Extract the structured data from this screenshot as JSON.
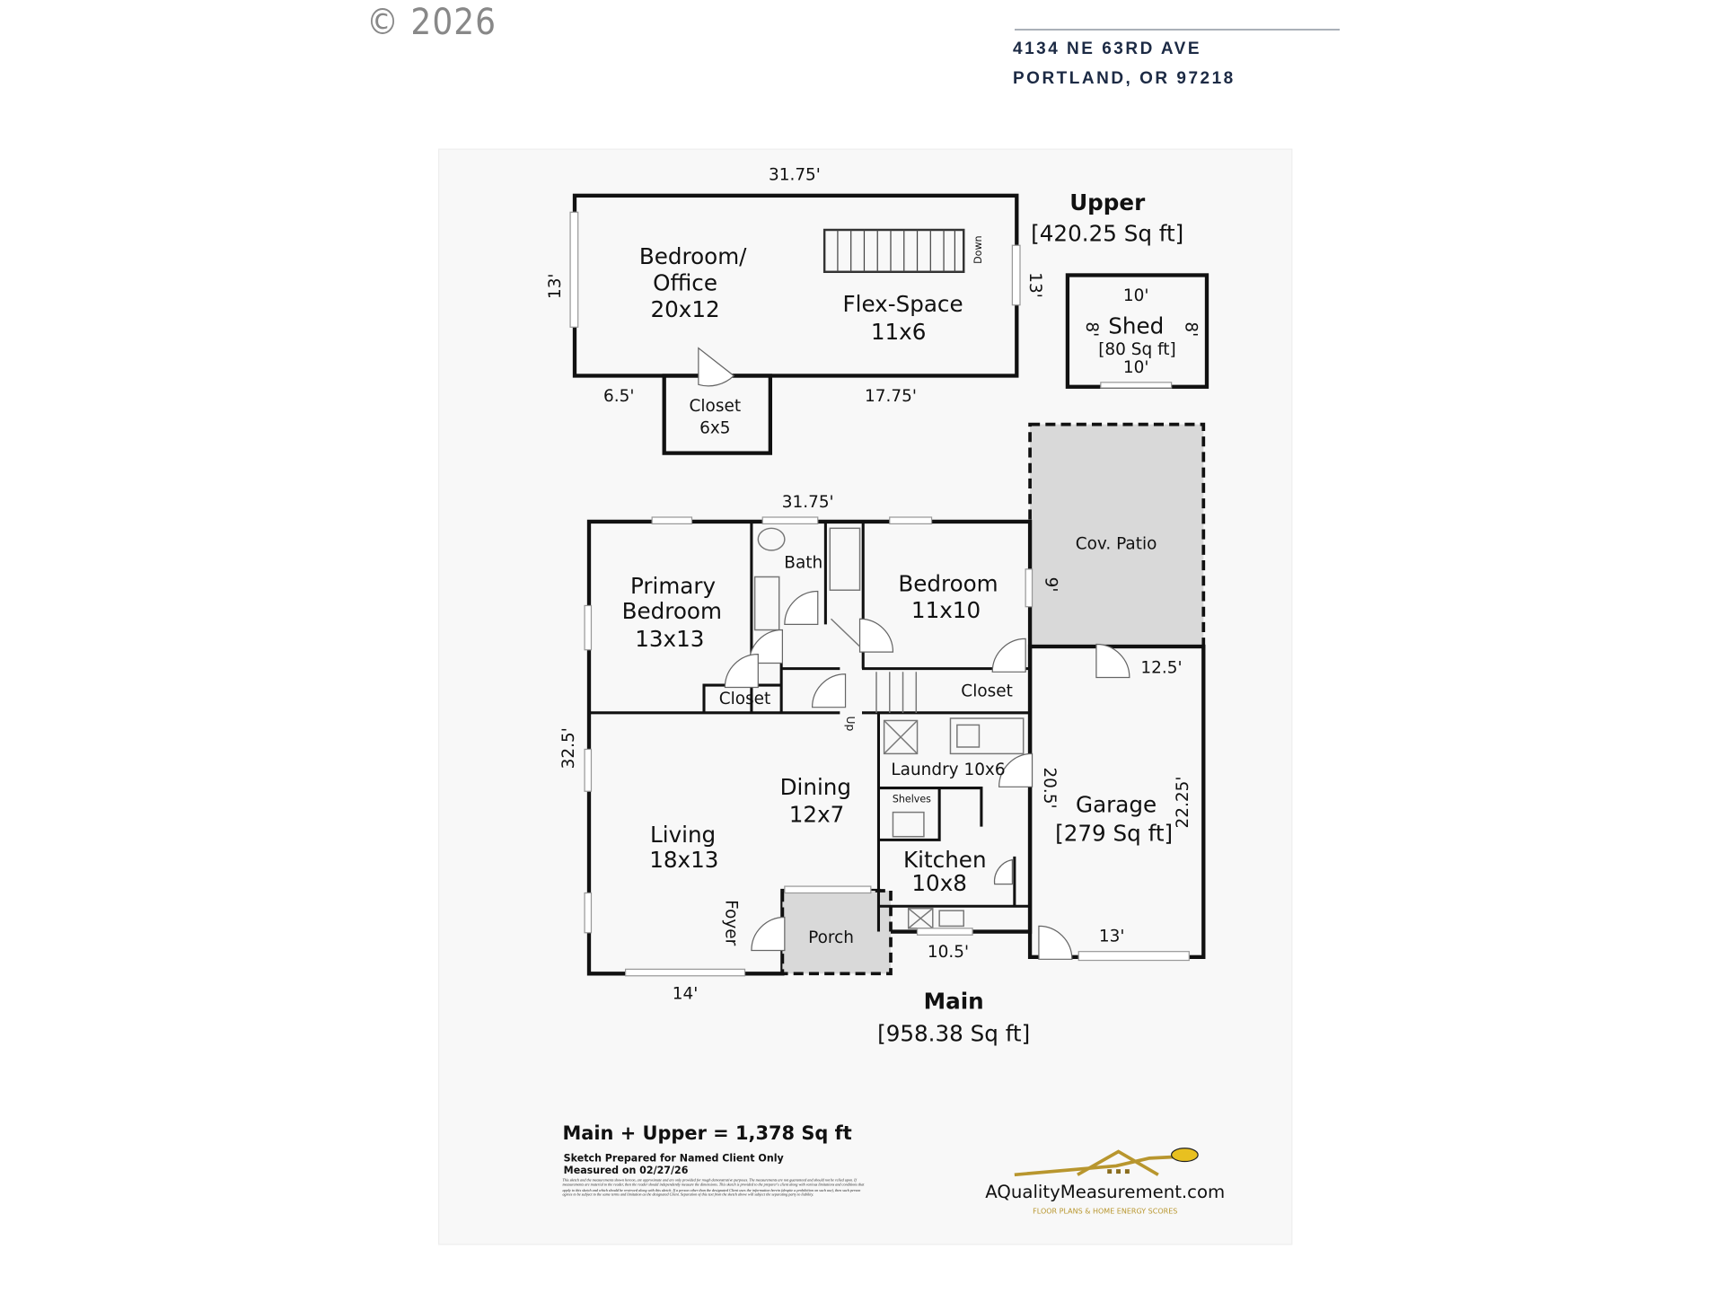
{
  "header": {
    "copyright": "© 2026",
    "address_line1": "4134 NE 63RD AVE",
    "address_line2": "PORTLAND, OR 97218"
  },
  "upper": {
    "title": "Upper",
    "area": "[420.25 Sq ft]",
    "dims": {
      "top": "31.75'",
      "left": "13'",
      "right": "13'",
      "bottom_left": "6.5'",
      "bottom_right": "17.75'"
    },
    "rooms": {
      "bedroom_office_line1": "Bedroom/",
      "bedroom_office_line2": "Office",
      "bedroom_office_size": "20x12",
      "flex_space": "Flex-Space",
      "flex_space_size": "11x6",
      "closet": "Closet",
      "closet_size": "6x5",
      "stairs_label": "Down"
    }
  },
  "shed": {
    "label": "Shed",
    "area": "[80 Sq ft]",
    "dims": {
      "top": "10'",
      "bottom": "10'",
      "left": "8'",
      "right": "8'"
    }
  },
  "main": {
    "title": "Main",
    "area": "[958.38 Sq ft]",
    "dims": {
      "top": "31.75'",
      "left": "32.5'",
      "bottom": "14'",
      "kitchen_bottom": "10.5'",
      "garage_left": "20.5'",
      "garage_right": "22.25'",
      "garage_top": "12.5'",
      "garage_bottom": "13'",
      "patio_side": "9'"
    },
    "rooms": {
      "primary_line1": "Primary",
      "primary_line2": "Bedroom",
      "primary_size": "13x13",
      "bath": "Bath",
      "bedroom": "Bedroom",
      "bedroom_size": "11x10",
      "closet1": "Closet",
      "closet2": "Closet",
      "stairs_label": "Up",
      "laundry": "Laundry 10x6",
      "shelves": "Shelves",
      "dining": "Dining",
      "dining_size": "12x7",
      "living": "Living",
      "living_size": "18x13",
      "kitchen": "Kitchen",
      "kitchen_size": "10x8",
      "foyer": "Foyer",
      "porch": "Porch",
      "cov_patio": "Cov. Patio",
      "garage": "Garage",
      "garage_area": "[279 Sq ft]"
    }
  },
  "footer": {
    "total": "Main + Upper = 1,378 Sq ft",
    "prepared": "Sketch Prepared for Named Client Only",
    "measured": "Measured on 02/27/26",
    "disclaimer": "This sketch and the measurements shown hereon, are approximate and are only provided for rough demonstrative purposes. The measurements are not guaranteed and should not be relied upon. If measurements are material to the reader, then the reader should independently measure the dimensions. This sketch is provided to the preparer's client along with various limitations and conditions that apply to this sketch and which should be reviewed along with this sketch. If a person other than the designated Client uses the information herein (despite a prohibition on such use), then such person agrees to be subject to the same terms and limitation as the designated Client. Separation of this text from the sketch above will subject the separating party to liability.",
    "logo_text": "AQualityMeasurement.com",
    "logo_tagline": "FLOOR PLANS & HOME ENERGY SCORES"
  },
  "colors": {
    "living": "#f7f5c3",
    "garage": "#c3f5c0",
    "patio": "#d9d9d9",
    "panel": "#f8f8f8",
    "address": "#1c2a44",
    "logo_gold": "#b8962e"
  }
}
